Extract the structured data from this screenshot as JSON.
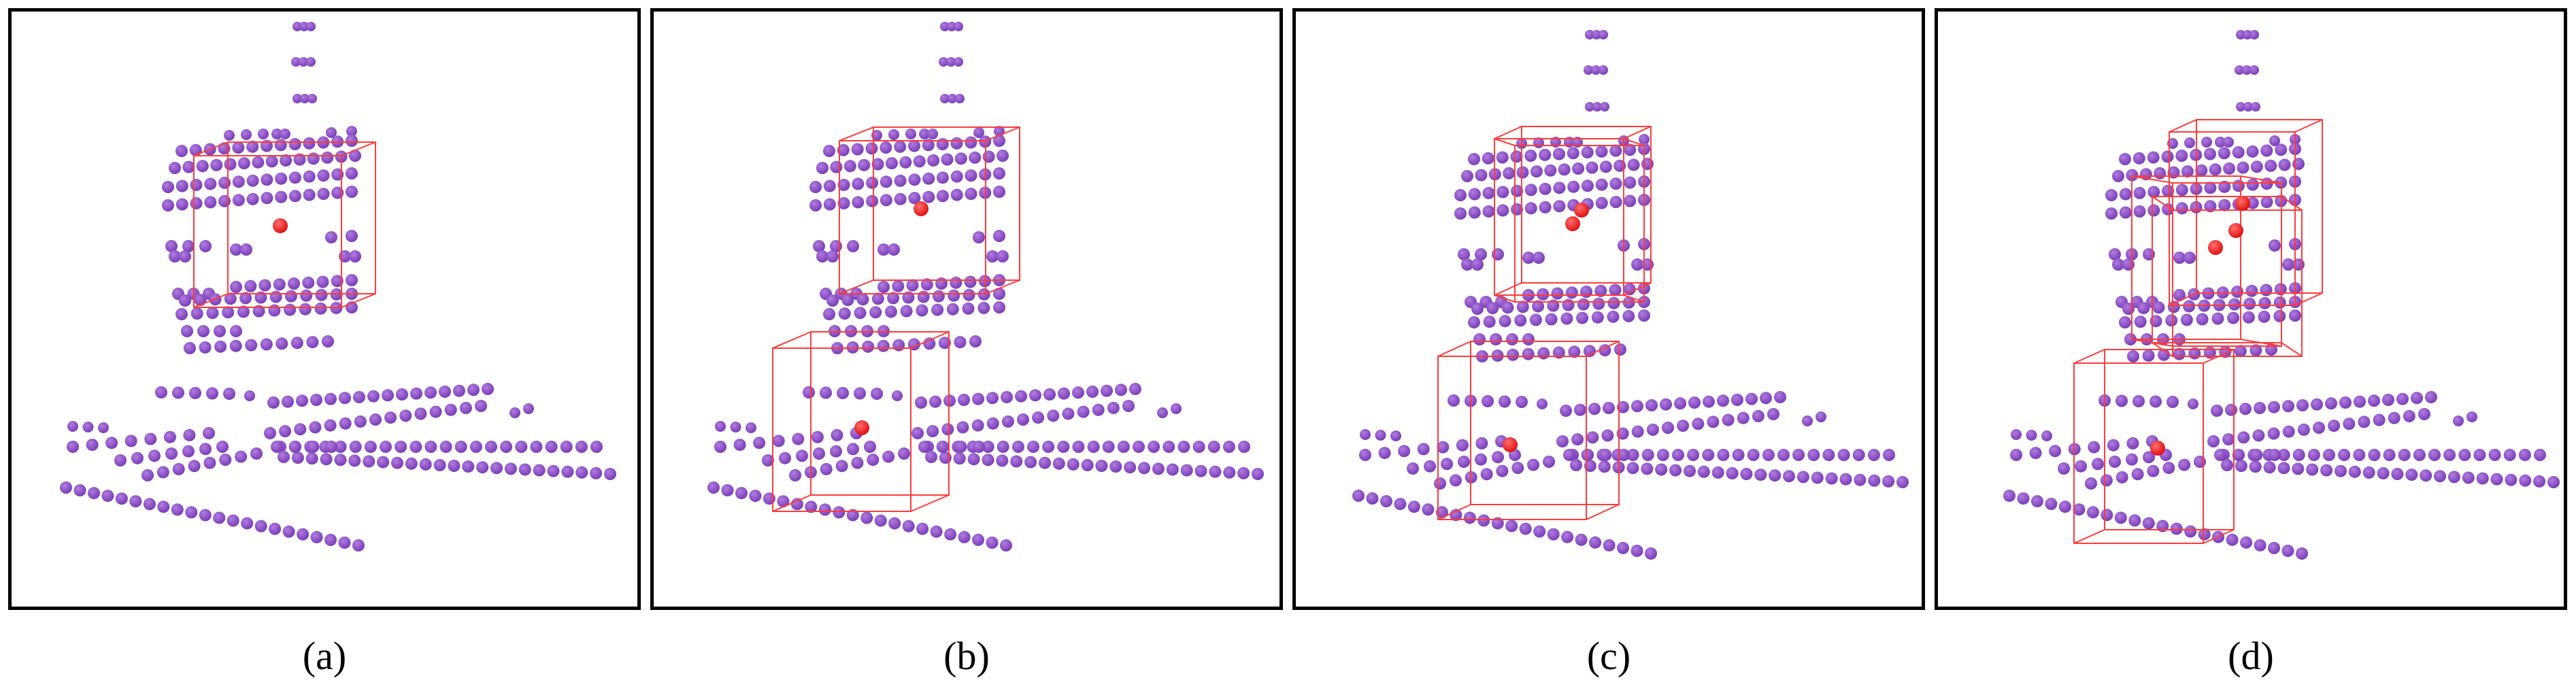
{
  "panels": [
    {
      "caption": "(a)",
      "boxes": 1,
      "red_points": 1
    },
    {
      "caption": "(b)",
      "boxes": 2,
      "red_points": 2
    },
    {
      "caption": "(c)",
      "boxes": 3,
      "red_points": 3
    },
    {
      "caption": "(d)",
      "boxes": 4,
      "red_points": 4
    }
  ],
  "colors": {
    "point": "#7a3db8",
    "point_highlight": "#b07ee0",
    "seed": "#e01010",
    "box": "#ff3b3b",
    "frame": "#000000"
  }
}
